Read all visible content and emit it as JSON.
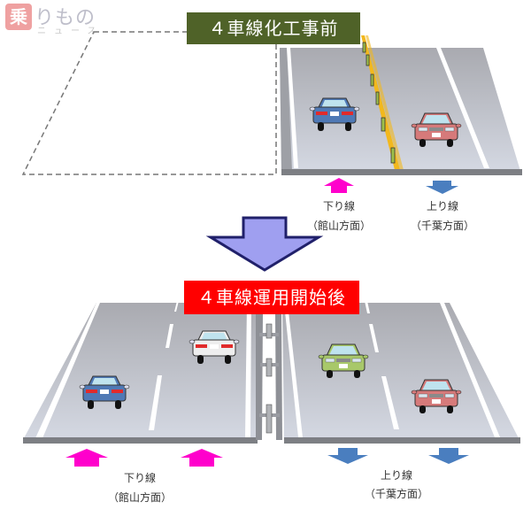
{
  "logo": {
    "mark": "乗",
    "text": "りもの",
    "sub": "ニュース"
  },
  "before": {
    "title": "４車線化工事前",
    "title_bg": "#4f6228",
    "down_line": {
      "label": "下り線",
      "direction": "（館山方面）",
      "arrow_color": "#ff00cc"
    },
    "up_line": {
      "label": "上り線",
      "direction": "（千葉方面）",
      "arrow_color": "#4a7ebf"
    },
    "cars": [
      {
        "color": "blue",
        "lane": "down",
        "view": "rear"
      },
      {
        "color": "red",
        "lane": "up",
        "view": "front"
      }
    ]
  },
  "transition_arrow": {
    "color": "#9999ee",
    "outline": "#20206a"
  },
  "after": {
    "title": "４車線運用開始後",
    "title_bg": "#ff0000",
    "down_line": {
      "label": "下り線",
      "direction": "（館山方面）",
      "arrow_color": "#ff00cc",
      "arrows": 2
    },
    "up_line": {
      "label": "上り線",
      "direction": "（千葉方面）",
      "arrow_color": "#4a7ebf",
      "arrows": 2
    },
    "cars": [
      {
        "color": "white",
        "lane": "down-fast",
        "view": "rear"
      },
      {
        "color": "blue",
        "lane": "down-slow",
        "view": "rear"
      },
      {
        "color": "green",
        "lane": "up-fast",
        "view": "front"
      },
      {
        "color": "red",
        "lane": "up-slow",
        "view": "front"
      }
    ]
  }
}
